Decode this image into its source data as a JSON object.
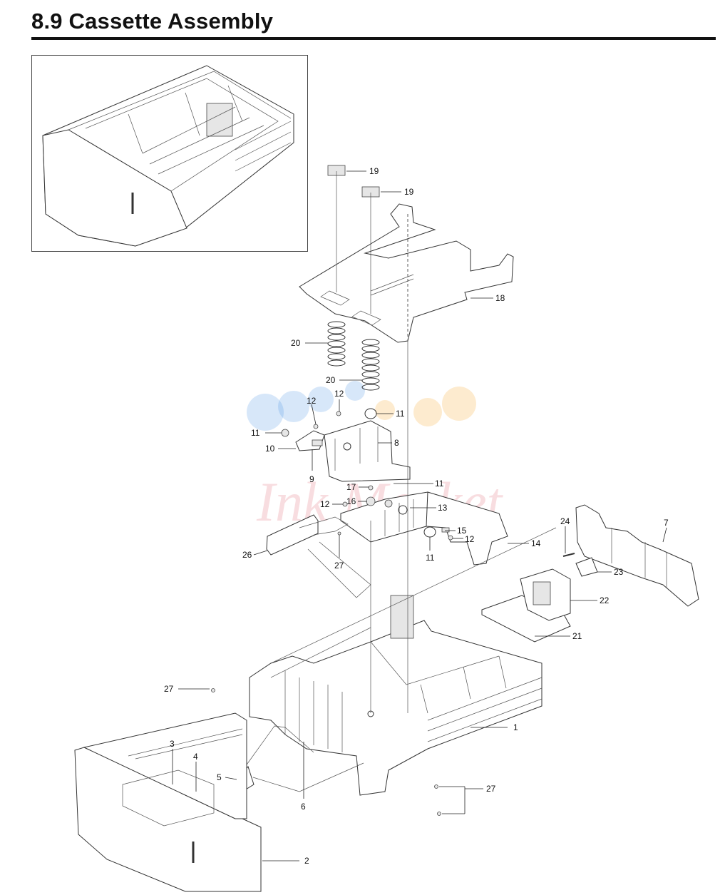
{
  "page": {
    "title": "8.9 Cassette Assembly"
  },
  "watermark": {
    "text": "Ink Market",
    "colors": [
      "#4a90e2",
      "#f5a623",
      "#d0021b"
    ]
  },
  "callouts": [
    {
      "id": "c19a",
      "label": "19"
    },
    {
      "id": "c19b",
      "label": "19"
    },
    {
      "id": "c18",
      "label": "18"
    },
    {
      "id": "c20a",
      "label": "20"
    },
    {
      "id": "c20b",
      "label": "20"
    },
    {
      "id": "c12a",
      "label": "12"
    },
    {
      "id": "c12b",
      "label": "12"
    },
    {
      "id": "c11a",
      "label": "11"
    },
    {
      "id": "c11b",
      "label": "11"
    },
    {
      "id": "c10",
      "label": "10"
    },
    {
      "id": "c8",
      "label": "8"
    },
    {
      "id": "c9",
      "label": "9"
    },
    {
      "id": "c17",
      "label": "17"
    },
    {
      "id": "c11c",
      "label": "11"
    },
    {
      "id": "c16",
      "label": "16"
    },
    {
      "id": "c12c",
      "label": "12"
    },
    {
      "id": "c13",
      "label": "13"
    },
    {
      "id": "c15",
      "label": "15"
    },
    {
      "id": "c12d",
      "label": "12"
    },
    {
      "id": "c14",
      "label": "14"
    },
    {
      "id": "c11d",
      "label": "11"
    },
    {
      "id": "c26",
      "label": "26"
    },
    {
      "id": "c27a",
      "label": "27"
    },
    {
      "id": "c24",
      "label": "24"
    },
    {
      "id": "c7",
      "label": "7"
    },
    {
      "id": "c23",
      "label": "23"
    },
    {
      "id": "c22",
      "label": "22"
    },
    {
      "id": "c21",
      "label": "21"
    },
    {
      "id": "c27b",
      "label": "27"
    },
    {
      "id": "c1",
      "label": "1"
    },
    {
      "id": "c3",
      "label": "3"
    },
    {
      "id": "c4",
      "label": "4"
    },
    {
      "id": "c5",
      "label": "5"
    },
    {
      "id": "c6",
      "label": "6"
    },
    {
      "id": "c27c",
      "label": "27"
    },
    {
      "id": "c2",
      "label": "2"
    }
  ]
}
